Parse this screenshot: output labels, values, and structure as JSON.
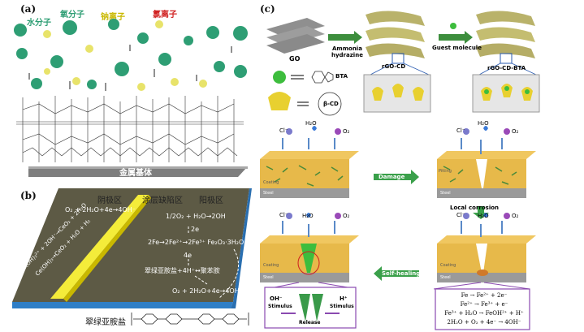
{
  "panel_a": {
    "label": "(a)",
    "legend": {
      "water": "水分子",
      "oxygen": "氧分子",
      "sodium": "钠离子",
      "chloride": "氯离子"
    },
    "substrate": "金属基体"
  },
  "panel_b": {
    "label": "(b)",
    "zones": {
      "cathode": "阴极区",
      "defect": "涂层缺陷区",
      "anode": "阳极区"
    },
    "eq_cathode": "O₂ + 2H₂O+4e→4OH⁻",
    "eq_left1": "Ce(OH)₃²⁺ + 2OH⁻→CeO₂ + 2H₂O",
    "eq_left2": "Ce(OH)₃→CeO₂ + H₂O + H₂",
    "eq_top": "1/2O₂ + H₂O→2OH",
    "e2": "2e",
    "fe_chain": "2Fe→2Fe²⁺→2Fe³⁺  Fe₂O₃·3H₂O",
    "e4": "4e",
    "pani": "翠绿亚胺盐+4H⁺↔聚苯胺",
    "eq_bottom": "O₂ + 2H₂O+4e→4OH⁻",
    "caption": "翠绿亚胺盐"
  },
  "panel_c": {
    "label": "(c)",
    "go": "GO",
    "ammonia": "Ammonia\nhydrazine",
    "rgo_cd": "rGO-CD",
    "guest": "Guest molecule",
    "rgo_cd_bta": "rGO-CD-BTA",
    "bta": "BTA",
    "bcd": "β-CD",
    "cl": "Cl⁻",
    "h2o": "H₂O",
    "o2": "O₂",
    "damage": "Damage",
    "local_corrosion": "Local corrosion",
    "self_healing": "Self-healing",
    "coating": "Coating",
    "steel": "Steel",
    "pitting": "Pitting",
    "oh": "OH⁻",
    "h_plus": "H⁺",
    "stimulus": "Stimulus",
    "release": "Release",
    "reactions": [
      "Fe → Fe²⁺ + 2e⁻",
      "Fe²⁺ → Fe³⁺ + e⁻",
      "Fe³⁺ + H₂O → FeOH²⁺ + H⁺",
      "2H₂O + O₂ + 4e⁻ → 4OH⁻"
    ]
  },
  "colors": {
    "water": "#2e9e74",
    "oxygen": "#2e9e74",
    "sodium": "#e8e36a",
    "chloride": "#d8e890",
    "coating": "#e7b94a",
    "steel": "#9a9a9a",
    "arrow_green": "#3aa04a",
    "purple": "#8a4ab0"
  }
}
